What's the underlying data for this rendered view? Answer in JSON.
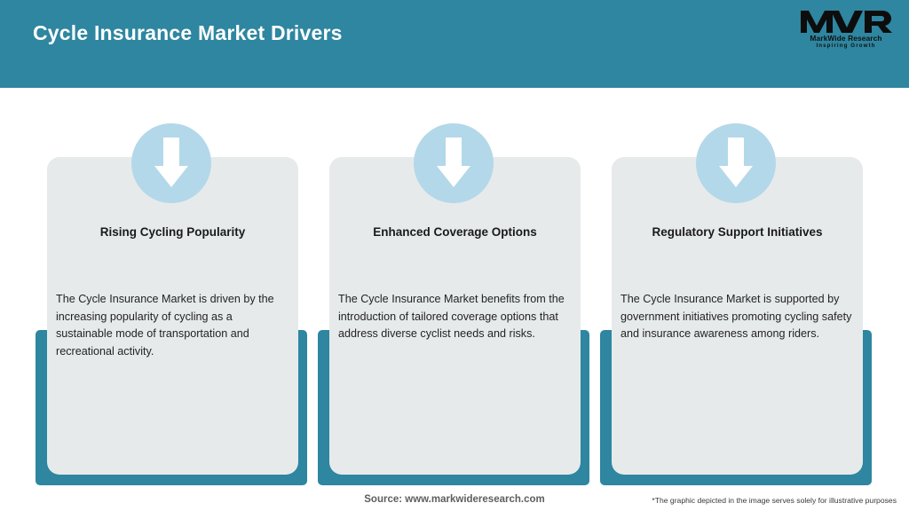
{
  "header": {
    "title": "Cycle Insurance Market Drivers",
    "background_color": "#2e86a0",
    "title_color": "#ffffff"
  },
  "logo": {
    "mark": "MWR",
    "name": "MarkWide Research",
    "tagline": "Inspiring Growth"
  },
  "cards": [
    {
      "icon": "down-arrow-icon",
      "title": "Rising Cycling Popularity",
      "body": "The Cycle Insurance Market is driven by the increasing popularity of cycling as a sustainable mode of transportation and recreational activity."
    },
    {
      "icon": "down-arrow-icon",
      "title": "Enhanced Coverage Options",
      "body": "The Cycle Insurance Market benefits from the introduction of tailored coverage options that address diverse cyclist needs and risks."
    },
    {
      "icon": "down-arrow-icon",
      "title": "Regulatory Support Initiatives",
      "body": "The Cycle Insurance Market is supported by government initiatives promoting cycling safety and insurance awareness among riders."
    }
  ],
  "footer": {
    "source": "Source: www.markwideresearch.com",
    "disclaimer": "*The graphic depicted in the image serves solely for illustrative purposes"
  },
  "colors": {
    "teal": "#2e86a0",
    "card_gray": "#e7eaeb",
    "icon_circle_blue": "#b3d8e9",
    "arrow_white": "#ffffff"
  }
}
